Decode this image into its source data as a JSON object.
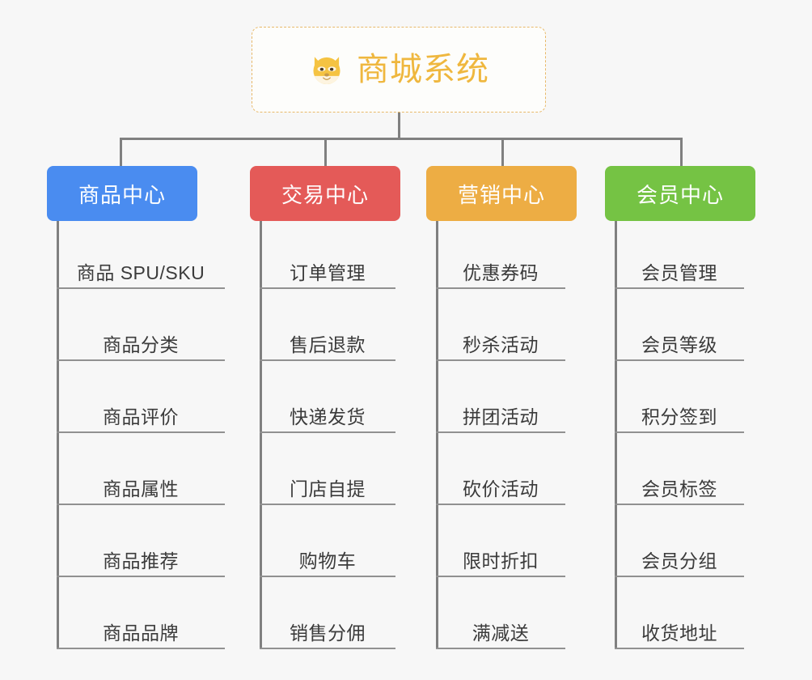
{
  "root": {
    "title": "商城系统",
    "icon": "shiba-dog-icon",
    "border_color": "#e8b96a",
    "text_color": "#efb73e",
    "background": "#fdfdfb"
  },
  "canvas": {
    "background": "#f7f7f7",
    "connector_color": "#808080",
    "leaf_underline_color": "#919191",
    "leaf_text_color": "#3b3b3b"
  },
  "branches": [
    {
      "title": "商品中心",
      "color": "#4a8cf0",
      "items": [
        "商品 SPU/SKU",
        "商品分类",
        "商品评价",
        "商品属性",
        "商品推荐",
        "商品品牌"
      ]
    },
    {
      "title": "交易中心",
      "color": "#e45a58",
      "items": [
        "订单管理",
        "售后退款",
        "快递发货",
        "门店自提",
        "购物车",
        "销售分佣"
      ]
    },
    {
      "title": "营销中心",
      "color": "#edad44",
      "items": [
        "优惠券码",
        "秒杀活动",
        "拼团活动",
        "砍价活动",
        "限时折扣",
        "满减送"
      ]
    },
    {
      "title": "会员中心",
      "color": "#75c344",
      "items": [
        "会员管理",
        "会员等级",
        "积分签到",
        "会员标签",
        "会员分组",
        "收货地址"
      ]
    }
  ]
}
